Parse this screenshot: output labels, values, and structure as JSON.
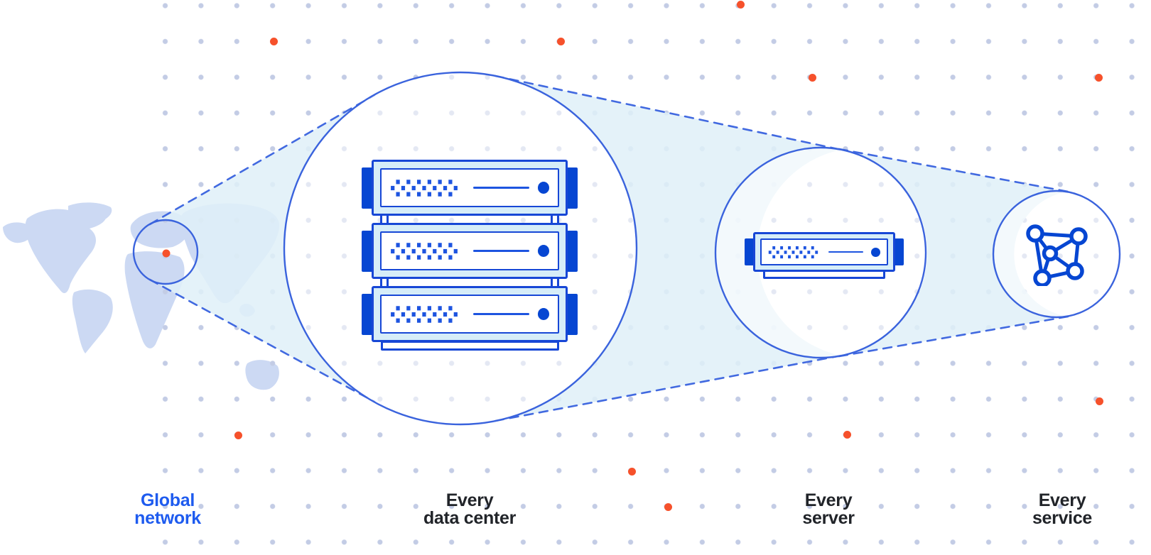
{
  "diagram": {
    "stages": [
      {
        "id": "global-network",
        "lines": [
          "Global",
          "network"
        ],
        "icon": "world-map-location-dot",
        "highlight": true
      },
      {
        "id": "every-data-center",
        "lines": [
          "Every",
          "data center"
        ],
        "icon": "server-rack-three-units",
        "highlight": false
      },
      {
        "id": "every-server",
        "lines": [
          "Every",
          "server"
        ],
        "icon": "server-unit",
        "highlight": false
      },
      {
        "id": "every-service",
        "lines": [
          "Every",
          "service"
        ],
        "icon": "network-mesh",
        "highlight": false
      }
    ],
    "colors": {
      "accent_blue": "#3a63dd",
      "dash_blue": "#4169e0",
      "border_blue": "#1747d6",
      "deep_blue": "#0646d2",
      "matrix_blue": "#1d54e0",
      "light_blue_fill": "#d6edf8",
      "cone_fill": "#dff0f8",
      "grid_dot": "#c3cce5",
      "accent_orange": "#f6512b",
      "map_fill": "#ccd9f3",
      "text_dark": "#212429",
      "text_blue": "#1e5bef"
    },
    "background": "dot-grid-with-orange-accent-dots"
  }
}
